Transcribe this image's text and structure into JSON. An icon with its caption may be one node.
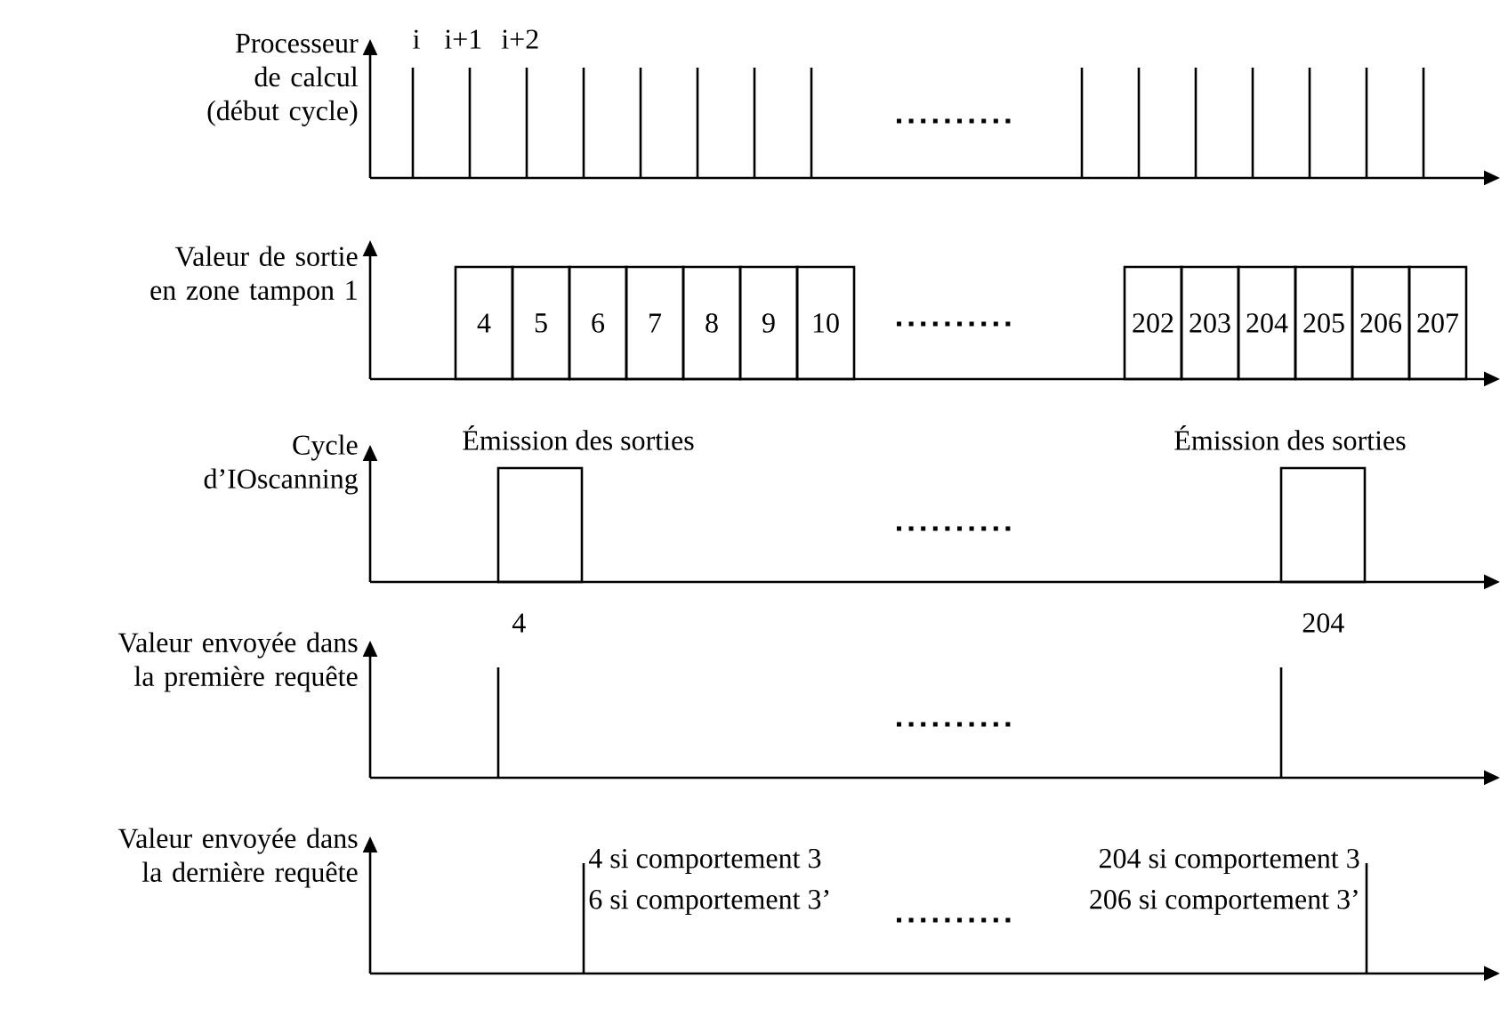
{
  "diagram": {
    "nodes": [
      {
        "text": [
          "4"
        ]
      },
      {
        "text": [
          "5"
        ]
      },
      {
        "text": [
          "6"
        ]
      },
      {
        "text": [
          "7"
        ]
      },
      {
        "text": [
          "8"
        ]
      },
      {
        "text": [
          "9"
        ]
      },
      {
        "text": [
          "10"
        ]
      },
      {
        "text": [
          "202"
        ]
      },
      {
        "text": [
          "203"
        ]
      },
      {
        "text": [
          "204"
        ]
      },
      {
        "text": [
          "205"
        ]
      },
      {
        "text": [
          "206"
        ]
      },
      {
        "text": [
          "207"
        ]
      },
      {
        "text": [],
        "shape": "box"
      },
      {
        "text": [],
        "shape": "box"
      }
    ],
    "labels": [
      "Processeur de calcul (début cycle)",
      "i",
      "i+1",
      "i+2",
      "Valeur de sortie en zone tampon 1",
      "Cycle d’IOscanning",
      "Émission des sorties",
      "Émission des sorties",
      "Valeur envoyée dans la première requête",
      "4",
      "204",
      "Valeur envoyée dans la dernière requête",
      "4 si comportement 3",
      "204 si comportement 3",
      "6 si comportement 3’",
      "206 si comportement 3’"
    ]
  }
}
